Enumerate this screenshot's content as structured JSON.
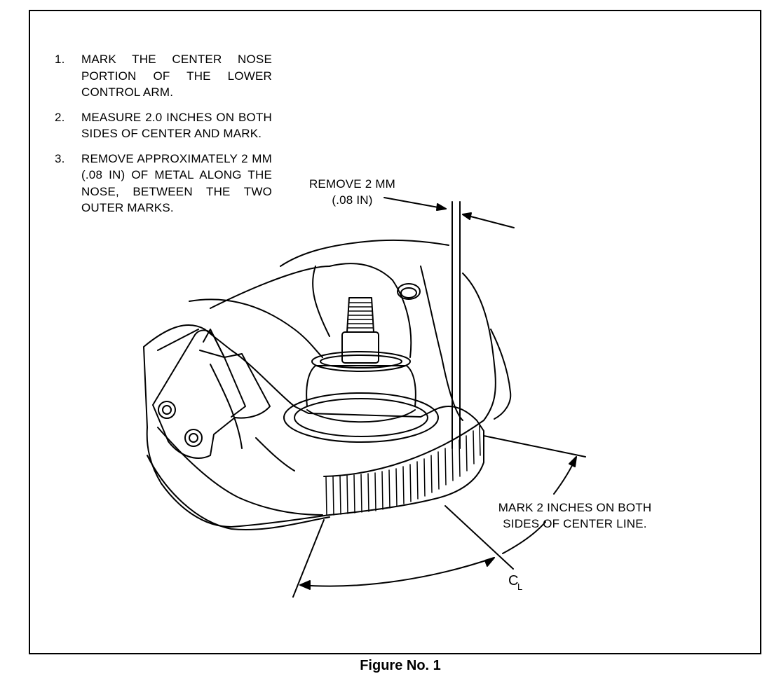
{
  "steps": [
    {
      "number": "1.",
      "text": "MARK THE CENTER NOSE PORTION OF THE LOWER CONTROL ARM."
    },
    {
      "number": "2.",
      "text": "MEASURE 2.0 INCHES ON BOTH SIDES OF CENTER AND MARK."
    },
    {
      "number": "3.",
      "text": "REMOVE APPROXIMATELY 2 MM (.08 IN) OF METAL ALONG THE NOSE, BETWEEN THE TWO OUTER MARKS."
    }
  ],
  "callouts": {
    "remove_line1": "REMOVE 2 MM",
    "remove_line2": "(.08 IN)",
    "mark_line1": "MARK 2 INCHES ON BOTH",
    "mark_line2": "SIDES OF CENTER LINE.",
    "centerline_symbol": "C",
    "centerline_subscript": "L"
  },
  "caption": "Figure No. 1"
}
